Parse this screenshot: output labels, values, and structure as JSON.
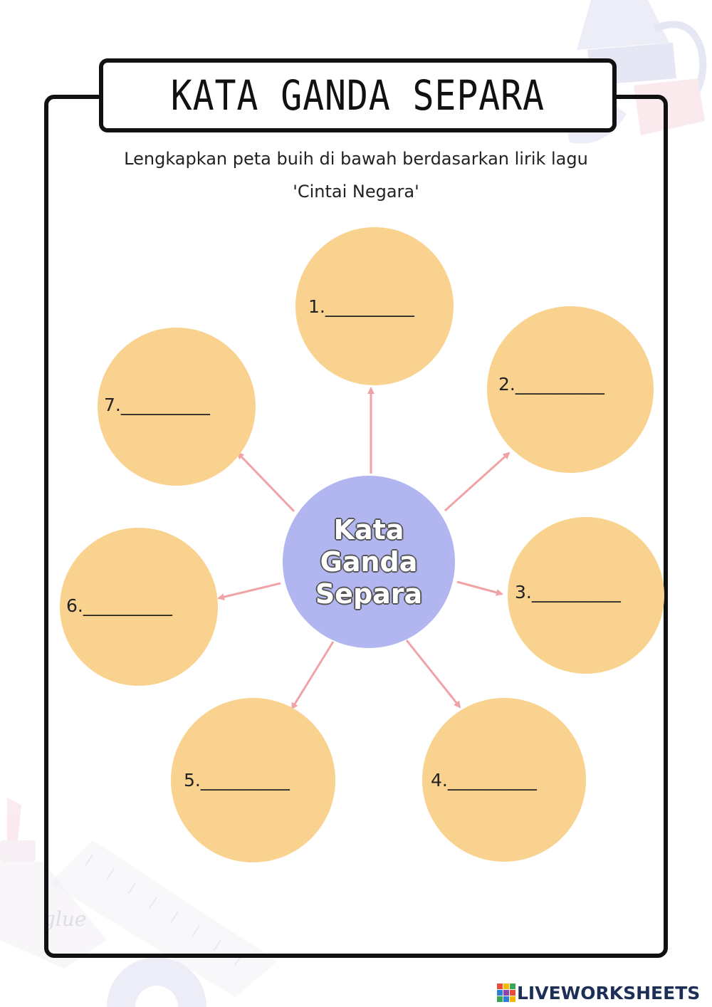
{
  "title": "KATA GANDA SEPARA",
  "instruction_line1": "Lengkapkan peta buih di bawah berdasarkan lirik lagu",
  "instruction_line2": "'Cintai Negara'",
  "center": {
    "line1": "Kata",
    "line2": "Ganda",
    "line3": "Separa"
  },
  "bubbles": [
    {
      "label": "1.__________"
    },
    {
      "label": "2.__________"
    },
    {
      "label": "3.__________"
    },
    {
      "label": "4.__________"
    },
    {
      "label": "5.__________"
    },
    {
      "label": "6.__________"
    },
    {
      "label": "7.__________"
    }
  ],
  "brand": "LIVEWORKSHEETS",
  "colors": {
    "bubble": "#f9d28f",
    "center": "#b1b6f0",
    "arrow": "#f0a3a6",
    "frame": "#111111"
  },
  "icons": [
    "binder-clip-icon",
    "glue-bottle-icon",
    "ruler-icon",
    "protractor-icon",
    "liveworksheets-logo-icon"
  ]
}
